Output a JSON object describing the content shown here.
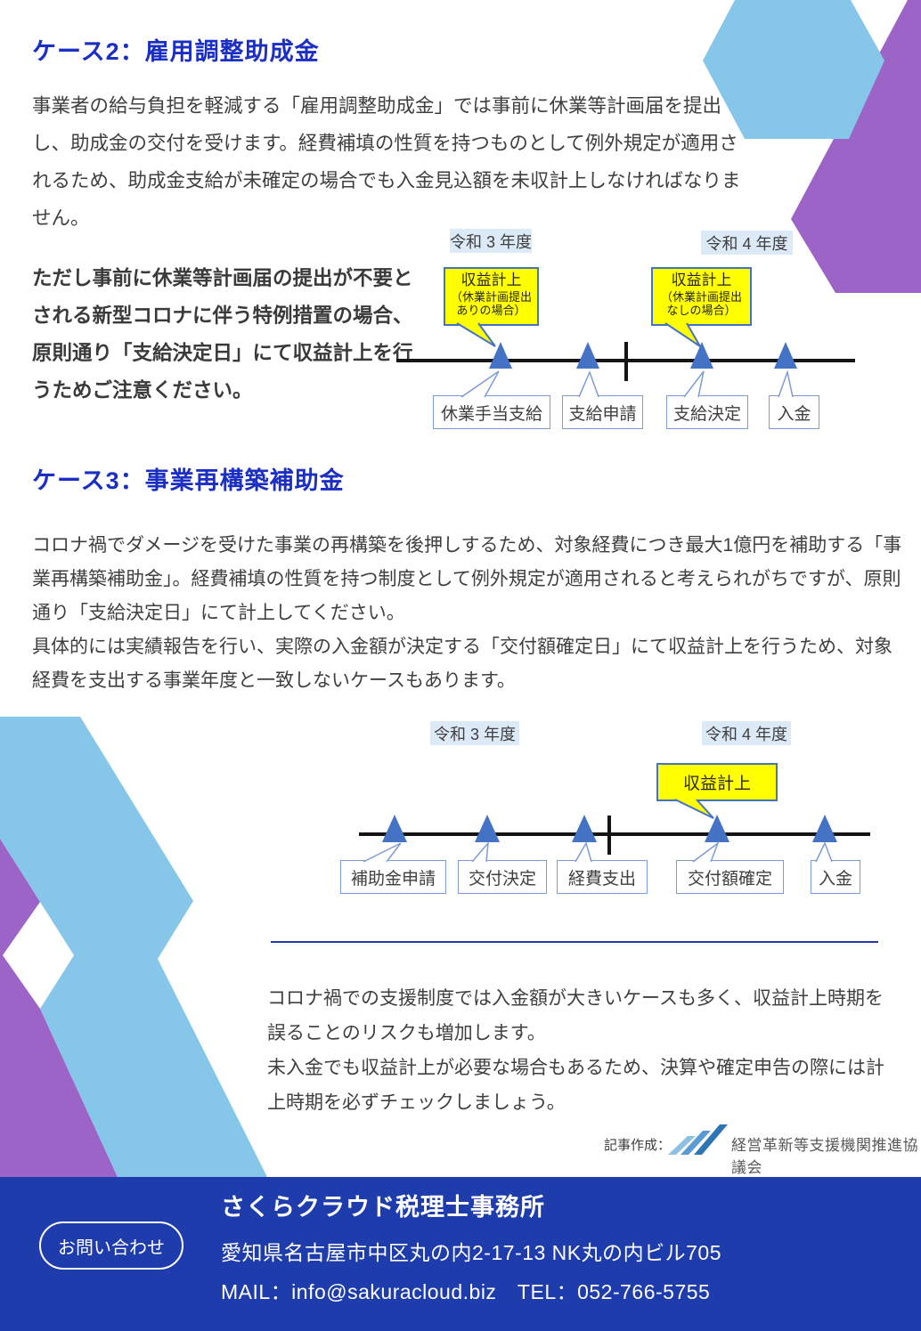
{
  "headings": {
    "case2": "ケース2：雇用調整助成金",
    "case3": "ケース3：事業再構築補助金"
  },
  "paragraphs": {
    "case2_intro": "事業者の給与負担を軽減する「雇用調整助成金」では事前に休業等計画届を提出し、助成金の交付を受けます。経費補填の性質を持つものとして例外規定が適用されるため、助成金支給が未確定の場合でも入金見込額を未収計上しなければなりません。",
    "case2_note": "ただし事前に休業等計画届の提出が不要とされる新型コロナに伴う特例措置の場合、原則通り「支給決定日」にて収益計上を行うためご注意ください。",
    "case3_intro": "コロナ禍でダメージを受けた事業の再構築を後押しするため、対象経費につき最大1億円を補助する「事業再構築補助金」。経費補填の性質を持つ制度として例外規定が適用されると考えられがちですが、原則通り「支給決定日」にて計上してください。\n具体的には実績報告を行い、実際の入金額が決定する「交付額確定日」にて収益計上を行うため、対象経費を支出する事業年度と一致しないケースもあります。",
    "summary": "コロナ禍での支援制度では入金額が大きいケースも多く、収益計上時期を誤ることのリスクも増加します。\n未入金でも収益計上が必要な場合もあるため、決算や確定申告の際には計上時期を必ずチェックしましょう。"
  },
  "diagram1": {
    "year1": "令和 3 年度",
    "year2": "令和 4 年度",
    "callout1_title": "収益計上",
    "callout1_sub": "（休業計画提出\nありの場合）",
    "callout2_title": "収益計上",
    "callout2_sub": "（休業計画提出\nなしの場合）",
    "events": [
      "休業手当支給",
      "支給申請",
      "支給決定",
      "入金"
    ]
  },
  "diagram2": {
    "year1": "令和 3 年度",
    "year2": "令和 4 年度",
    "callout_title": "収益計上",
    "events": [
      "補助金申請",
      "交付決定",
      "経費支出",
      "交付額確定",
      "入金"
    ]
  },
  "credit": {
    "label": "記事作成：",
    "org": "経営革新等支援機関推進協議会"
  },
  "footer": {
    "contact_button": "お問い合わせ",
    "office": "さくらクラウド税理士事務所",
    "address": "愛知県名古屋市中区丸の内2-17-13 NK丸の内ビル705",
    "mail_tel": "MAIL：info@sakuracloud.biz　TEL：052-766-5755"
  },
  "colors": {
    "heading_blue": "#1c2fc5",
    "accent_light_blue": "#85c6e9",
    "accent_purple": "#9c64c6",
    "footer_blue": "#1e3cab",
    "callout_yellow": "#ffff00",
    "marker_blue": "#4472c4",
    "year_label_bg": "#dce9f6"
  }
}
